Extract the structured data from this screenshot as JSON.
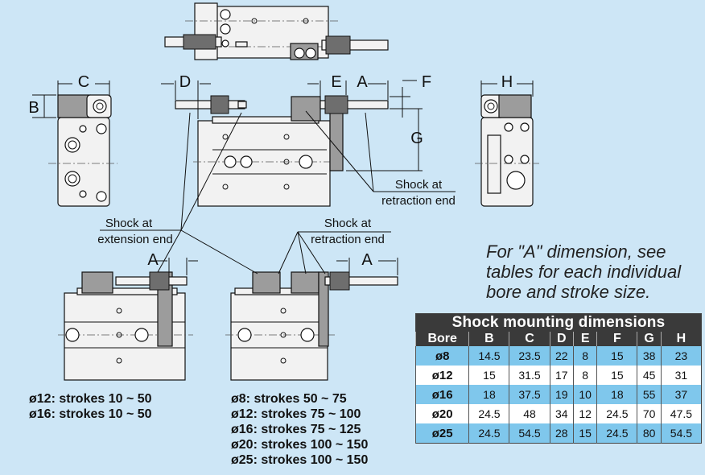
{
  "labels": {
    "dim_c": "C",
    "dim_b": "B",
    "dim_d": "D",
    "dim_e": "E",
    "dim_a_top": "A",
    "dim_f": "F",
    "dim_g": "G",
    "dim_h": "H",
    "dim_a_left": "A",
    "dim_a_right": "A",
    "shock_retraction_top_1": "Shock at",
    "shock_retraction_top_2": "retraction end",
    "shock_extension_1": "Shock at",
    "shock_extension_2": "extension end",
    "shock_retraction_mid_1": "Shock at",
    "shock_retraction_mid_2": "retraction end"
  },
  "note": "For \"A\" dimension, see tables for each individual bore and stroke size.",
  "strokes_left": [
    "ø12: strokes 10 ~ 50",
    "ø16: strokes 10 ~ 50"
  ],
  "strokes_right": [
    "ø8: strokes 50 ~ 75",
    "ø12: strokes 75 ~ 100",
    "ø16: strokes 75 ~ 125",
    "ø20: strokes 100 ~ 150",
    "ø25: strokes 100 ~ 150"
  ],
  "table": {
    "title": "Shock mounting dimensions",
    "headers": [
      "Bore",
      "B",
      "C",
      "D",
      "E",
      "F",
      "G",
      "H"
    ],
    "rows": [
      [
        "ø8",
        "14.5",
        "23.5",
        "22",
        "8",
        "15",
        "38",
        "23"
      ],
      [
        "ø12",
        "15",
        "31.5",
        "17",
        "8",
        "15",
        "45",
        "31"
      ],
      [
        "ø16",
        "18",
        "37.5",
        "19",
        "10",
        "18",
        "55",
        "37"
      ],
      [
        "ø20",
        "24.5",
        "48",
        "34",
        "12",
        "24.5",
        "70",
        "47.5"
      ],
      [
        "ø25",
        "24.5",
        "54.5",
        "28",
        "15",
        "24.5",
        "80",
        "54.5"
      ]
    ]
  },
  "colors": {
    "background": "#cde6f6",
    "table_header": "#3a3a3a",
    "row_blue": "#7fc7ec",
    "row_white": "#ffffff"
  }
}
